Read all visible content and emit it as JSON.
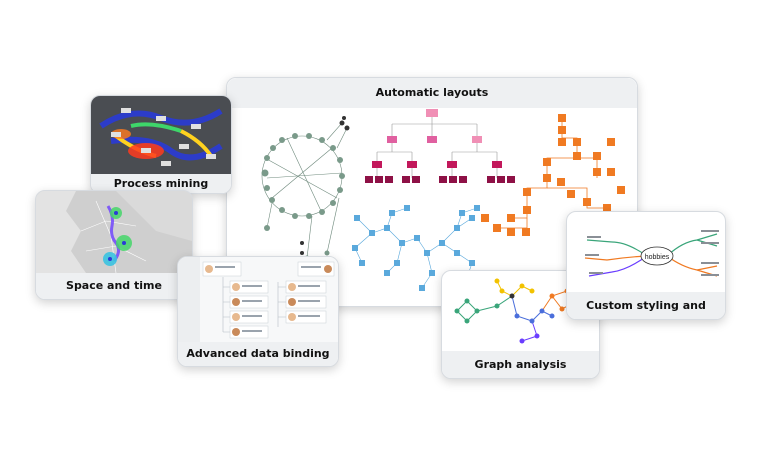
{
  "cards": {
    "automatic_layouts": {
      "title": "Automatic layouts"
    },
    "process_mining": {
      "title": "Process mining"
    },
    "space_and_time": {
      "title": "Space and time"
    },
    "advanced_data_binding": {
      "title": "Advanced data binding"
    },
    "graph_analysis": {
      "title": "Graph analysis algorithms"
    },
    "custom_styling": {
      "title": "Custom styling and behavior",
      "center_node": "hobbies"
    }
  },
  "colors": {
    "card_header": "#eef0f2",
    "circular_nodes": "#7a9a8a",
    "tree_nodes": "#c2185b",
    "tree_top": "#f08fb5",
    "orthogonal_nodes": "#f07a22",
    "organic_nodes": "#5aa9dc",
    "heat": "#ff3b1f",
    "route": "#6a3dff"
  }
}
